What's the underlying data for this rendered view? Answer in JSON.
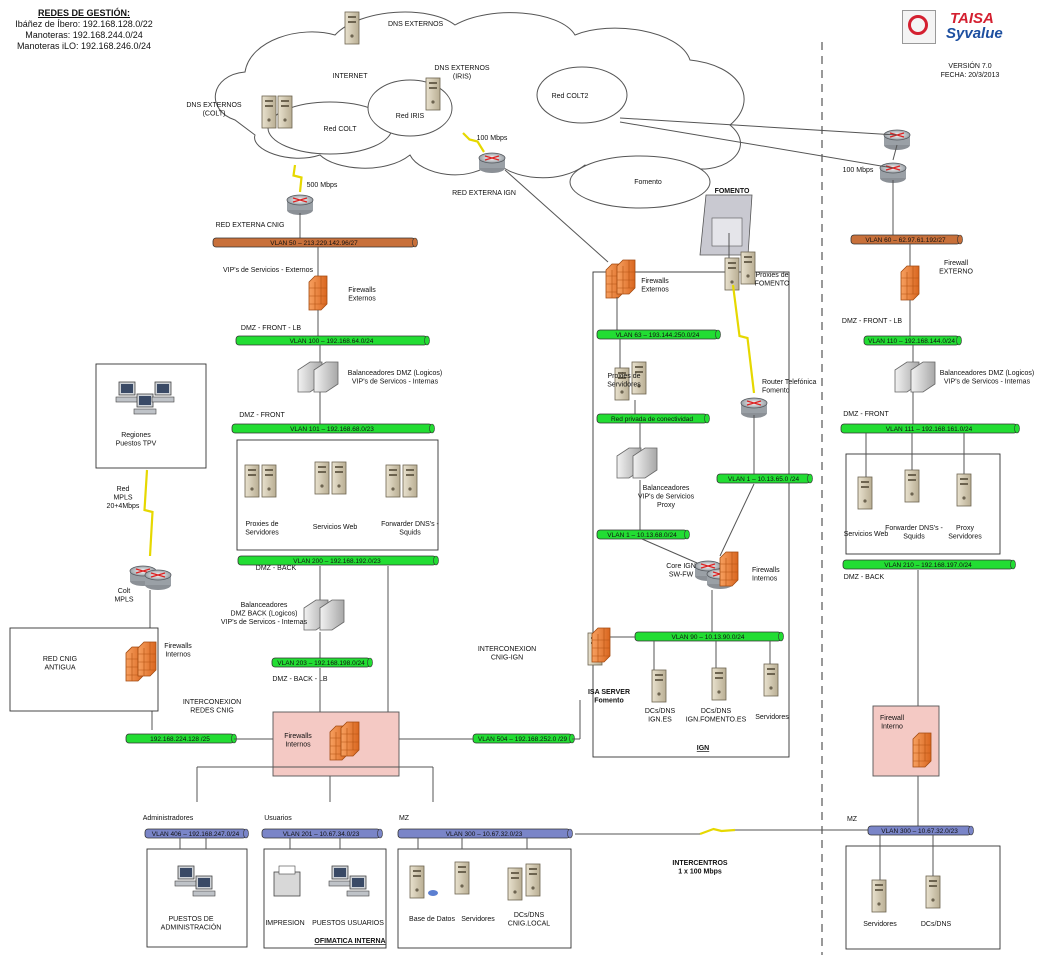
{
  "legend": {
    "title": "REDES DE GESTIÓN:",
    "lines": [
      "Ibáñez de Íbero: 192.168.128.0/22",
      "Manoteras: 192.168.244.0/24",
      "Manoteras iLO: 192.168.246.0/24"
    ]
  },
  "logo": {
    "brand1": "TAISA",
    "brand2": "Syvalue"
  },
  "version": {
    "v": "VERSIÓN 7.0",
    "date": "FECHA: 20/3/2013"
  },
  "clouds": {
    "internet": "INTERNET",
    "red_colt": "Red COLT",
    "red_iris": "Red IRIS",
    "red_colt2": "Red COLT2",
    "fomento": "Fomento"
  },
  "dns": {
    "externos": "DNS EXTERNOS",
    "externos_iris": [
      "DNS EXTERNOS",
      "(IRIS)"
    ],
    "externos_colt": [
      "DNS EXTERNOS",
      "(COLT)"
    ]
  },
  "links": {
    "l100": "100 Mbps",
    "l500": "500 Mbps",
    "l100b": "100 Mbps",
    "mpls": [
      "Red",
      "MPLS",
      "20+4Mbps"
    ],
    "intercentros": [
      "INTERCENTROS",
      "1 x 100 Mbps"
    ]
  },
  "routers": {
    "ext_ign": "RED EXTERNA IGN",
    "ext_cnig": "RED EXTERNA CNIG",
    "colt_mpls": [
      "Colt",
      "MPLS"
    ],
    "tel_fomento": [
      "Router Telefónica",
      "Fomento"
    ],
    "core": [
      "Core IGN",
      "SW-FW"
    ]
  },
  "fomento_building": "FOMENTO",
  "vlans": {
    "v50": "VLAN 50 – 213.229.142.96/27",
    "v100": "VLAN 100 – 192.168.64.0/24",
    "v101": "VLAN 101 – 192.168.68.0/23",
    "v200": "VLAN 200 – 192.168.192.0/23",
    "v203": "VLAN 203 – 192.168.198.0/24",
    "cnig_int": "192.168.224.128 /25",
    "v504": "VLAN 504 – 192.168.252.0 /29",
    "v406": "VLAN 406 – 192.168.247.0/24",
    "v201": "VLAN 201 – 10.67.34.0/23",
    "v300": "VLAN 300 – 10.67.32.0/23",
    "v63": "VLAN 63 – 193.144.250.0/24",
    "priv": "Red privada de conectividad",
    "v1a": "VLAN 1 – 10.13.68.0/24",
    "v1b": "VLAN 1 – 10.13.65.0 /24",
    "v90": "VLAN 90 – 10.13.90.0/24",
    "v60": "VLAN 60 – 62.97.61.192/27",
    "v110": "VLAN 110 – 192.168.144.0/24",
    "v111": "VLAN 111 – 192.168.161.0/24",
    "v210": "VLAN 210 – 192.168.197.0/24",
    "v300r": "VLAN 300 – 10.67.32.0/23"
  },
  "labels": {
    "vips_ext": "VIP's de Servicios - Externos",
    "fw_ext": [
      "Firewalls",
      "Externos"
    ],
    "dmz_front_lb": "DMZ - FRONT - LB",
    "bal_dmz": [
      "Balanceadores DMZ (Logicos)",
      "VIP's de Servicos - Internas"
    ],
    "dmz_front": "DMZ - FRONT",
    "proxies": [
      "Proxies de",
      "Servidores"
    ],
    "servicios_web": "Servicios Web",
    "forwarder": [
      "Forwarder DNS's -",
      "Squids"
    ],
    "dmz_back": "DMZ - BACK",
    "bal_back": [
      "Balanceadores",
      "DMZ BACK (Logicos)",
      "VIP's de Servicos - Internas"
    ],
    "dmz_back_lb": "DMZ - BACK - LB",
    "fw_int": [
      "Firewalls",
      "Internos"
    ],
    "inter_cnig": [
      "INTERCONEXION",
      "REDES CNIG"
    ],
    "regiones": [
      "Regiones",
      "Puestos TPV"
    ],
    "red_cnig": [
      "RED CNIG",
      "ANTIGUA"
    ],
    "fw_cnig": [
      "Firewalls",
      "Internos"
    ],
    "administradores": "Administradores",
    "usuarios": "Usuarios",
    "mz": "MZ",
    "puestos_admin": [
      "PUESTOS DE",
      "ADMINISTRACIÓN"
    ],
    "impresion": "IMPRESION",
    "puestos_usuarios": "PUESTOS USUARIOS",
    "ofimatica": "OFIMATICA INTERNA",
    "base_datos": "Base de Datos",
    "servidores": "Servidores",
    "dcs_cnig": [
      "DCs/DNS",
      "CNIG.LOCAL"
    ],
    "fw_ext_ign": [
      "Firewalls",
      "Externos"
    ],
    "proxies_fomento": [
      "Proxies de",
      "FOMENTO"
    ],
    "proxies_ign": [
      "Proxies de",
      "Servidores"
    ],
    "bal_ign": [
      "Balanceadores",
      "VIP's de Servicios",
      "Proxy"
    ],
    "fw_int_ign": [
      "Firewalls",
      "Internos"
    ],
    "inter_cnig_ign": [
      "INTERCONEXION",
      "CNIG-IGN"
    ],
    "isa": [
      "ISA SERVER",
      "Fomento"
    ],
    "dcs_ign": [
      "DCs/DNS",
      "IGN.ES"
    ],
    "dcs_fomento": [
      "DCs/DNS",
      "IGN.FOMENTO.ES"
    ],
    "servidores_ign": "Servidores",
    "ign": "IGN",
    "fw_externo_r": [
      "Firewall",
      "EXTERNO"
    ],
    "dmz_front_lb_r": "DMZ - FRONT - LB",
    "bal_r": [
      "Balanceadores DMZ (Logicos)",
      "VIP's de Servicos - Internas"
    ],
    "dmz_front_r": "DMZ - FRONT",
    "servicios_web_r": "Servicios Web",
    "forwarder_r": [
      "Forwarder DNS's -",
      "Squids"
    ],
    "proxy_r": [
      "Proxy",
      "Servidores"
    ],
    "dmz_back_r": "DMZ - BACK",
    "fw_interno_r": [
      "Firewall",
      "Interno"
    ],
    "mz_r": "MZ",
    "servidores_r": "Servidores",
    "dcs_r": "DCs/DNS"
  },
  "colors": {
    "vlan_green": "#22dd33",
    "vlan_orange": "#c8703a",
    "vlan_blue": "#7a85c8",
    "firewall": "#f08a3a",
    "pink_box": "#f4c9c4"
  }
}
